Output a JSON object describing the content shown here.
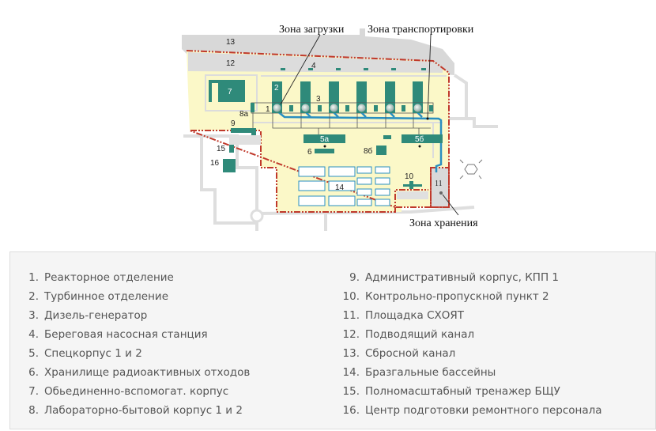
{
  "map": {
    "zones": {
      "loading": "Зона загрузки",
      "transport": "Зона транспортировки",
      "storage": "Зона хранения"
    },
    "labels": {
      "b1": "1",
      "b2": "2",
      "b3": "3",
      "b4": "4",
      "b5a": "5а",
      "b5b": "5б",
      "b6": "6",
      "b7": "7",
      "b8a": "8а",
      "b8b": "8б",
      "b9": "9",
      "b10": "10",
      "b11": "11",
      "b12": "12",
      "b13": "13",
      "b14": "14",
      "b15": "15",
      "b16": "16"
    },
    "colors": {
      "building": "#2f8a7a",
      "site": "#fbf8c8",
      "boundary": "#c0392b",
      "pipe": "#2a8fc0",
      "road": "#d9d9d9"
    }
  },
  "legend": {
    "left": [
      {
        "num": "1.",
        "text": "Реакторное отделение"
      },
      {
        "num": "2.",
        "text": "Турбинное отделение"
      },
      {
        "num": "3.",
        "text": "Дизель-генератор"
      },
      {
        "num": "4.",
        "text": "Береговая насосная станция"
      },
      {
        "num": "5.",
        "text": "Спецкорпус 1 и 2"
      },
      {
        "num": "6.",
        "text": "Хранилище радиоактивных отходов"
      },
      {
        "num": "7.",
        "text": "Обьединенно-вспомогат. корпус"
      },
      {
        "num": "8.",
        "text": "Лабораторно-бытовой корпус 1 и 2"
      }
    ],
    "right": [
      {
        "num": "9.",
        "text": "Административный корпус, КПП 1"
      },
      {
        "num": "10.",
        "text": "Контрольно-пропускной пункт 2"
      },
      {
        "num": "11.",
        "text": "Площадка СХОЯТ"
      },
      {
        "num": "12.",
        "text": "Подводящий канал"
      },
      {
        "num": "13.",
        "text": "Сбросной канал"
      },
      {
        "num": "14.",
        "text": "Бразгальные бассейны"
      },
      {
        "num": "15.",
        "text": "Полномасштабный тренажер БЩУ"
      },
      {
        "num": "16.",
        "text": "Центр подготовки ремонтного персонала"
      }
    ]
  }
}
